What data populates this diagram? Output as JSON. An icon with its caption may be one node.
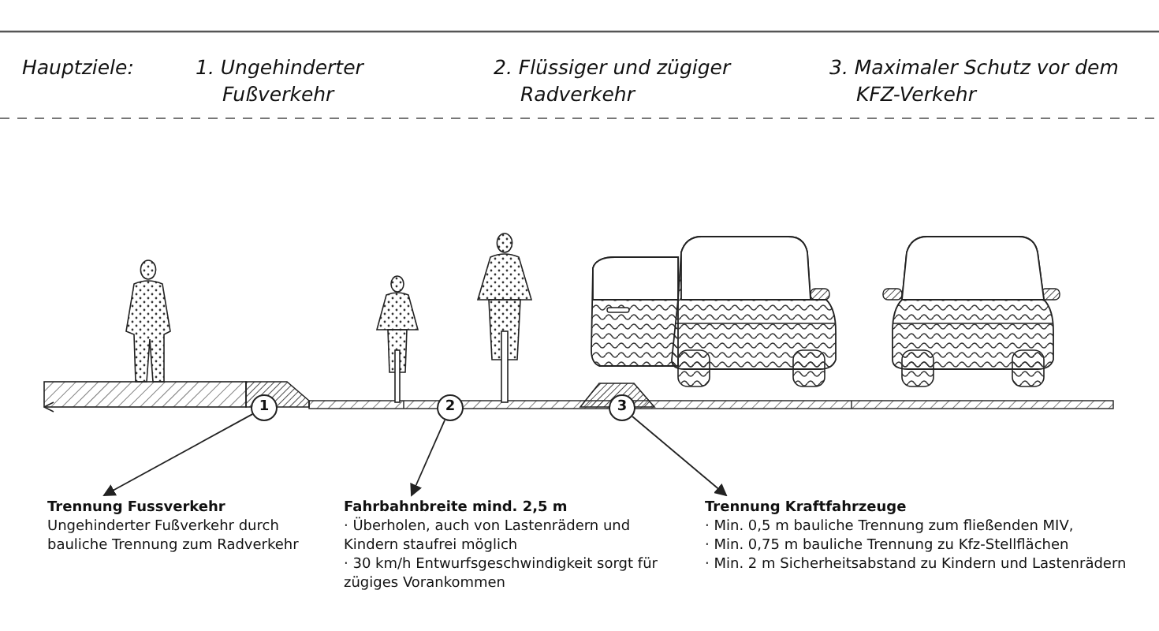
{
  "diagram": {
    "nodes": [
      {
        "text": [
          "1"
        ]
      },
      {
        "text": [
          "2"
        ]
      },
      {
        "text": [
          "3"
        ]
      },
      {
        "text": [
          "Trennung Fussverkehr",
          "Ungehinderter Fußverkehr durch bauliche Trennung zum Radverkehr"
        ]
      },
      {
        "text": [
          "Fahrbahnbreite mind. 2,5 m",
          "· Überholen, auch von Lastenrädern und Kindern staufrei möglich",
          "· 30 km/h Entwurfsgeschwindigkeit sorgt für zügiges Vorankommen"
        ]
      },
      {
        "text": [
          "Trennung Kraftfahrzeuge",
          "· Min. 0,5 m bauliche Trennung zum fließenden MIV,",
          "· Min. 0,75 m bauliche Trennung zu Kfz-Stellflächen",
          "· Min. 2 m Sicherheitsabstand zu Kindern und Lastenrädern"
        ]
      }
    ],
    "edges": [
      {
        "from": 0,
        "to": 3,
        "arrow": "to"
      },
      {
        "from": 1,
        "to": 4,
        "arrow": "to"
      },
      {
        "from": 2,
        "to": 5,
        "arrow": "to"
      }
    ],
    "labels": [
      "Hauptziele:",
      "1. Ungehinderter Fußverkehr",
      "2. Flüssiger und zügiger Radverkehr",
      "3. Maximaler Schutz vor dem KFZ-Verkehr"
    ]
  }
}
